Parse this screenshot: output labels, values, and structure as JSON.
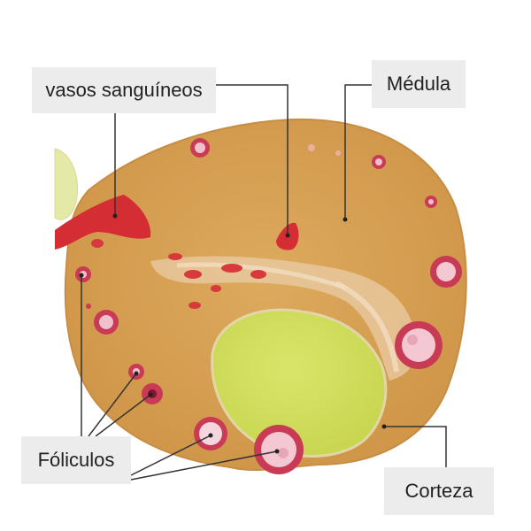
{
  "labels": {
    "vasos": "vasos sanguíneos",
    "medula": "Médula",
    "foliculos": "Fóliculos",
    "corteza": "Corteza"
  },
  "colors": {
    "tissue": "#d9a255",
    "tissue_edge": "#c88d44",
    "medulla_strands": "#ecd0b0",
    "blood": "#d42d33",
    "follicle_ring": "#c93a55",
    "follicle_center": "#f3c8d2",
    "large_follicle": "#d4e15c",
    "leader_line": "#333333",
    "label_bg": "#ececec"
  }
}
